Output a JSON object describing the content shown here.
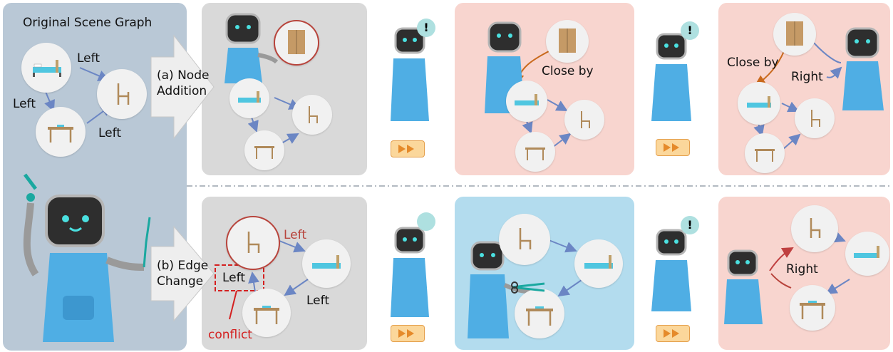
{
  "labels": {
    "original_title": "Original Scene Graph",
    "edge_left_1": "Left",
    "edge_left_2": "Left",
    "edge_left_3": "Left",
    "node_addition": "(a) Node\nAddition",
    "edge_change": "(b) Edge\nChange",
    "close_by_1": "Close by",
    "close_by_2": "Close by",
    "right_1": "Right",
    "right_2": "Right",
    "left_red": "Left",
    "left_boxed": "Left",
    "left_plain": "Left",
    "conflict": "conflict",
    "exclaim": "!"
  },
  "colors": {
    "original_panel": "#b9c8d6",
    "gray_panel": "#d9d9d9",
    "pink_panel": "#f8d5cf",
    "blue_panel": "#b3dcee",
    "edge_blue": "#6b86c4",
    "edge_orange": "#c9691c",
    "conflict_red": "#d42020",
    "robot_apron": "#4faee4",
    "bubble": "#aee0e0"
  },
  "icons": [
    "bed-icon",
    "chair-icon",
    "table-icon",
    "wardrobe-icon",
    "robot-icon",
    "scissors-icon",
    "fast-forward-icon",
    "speech-bubble-icon"
  ]
}
